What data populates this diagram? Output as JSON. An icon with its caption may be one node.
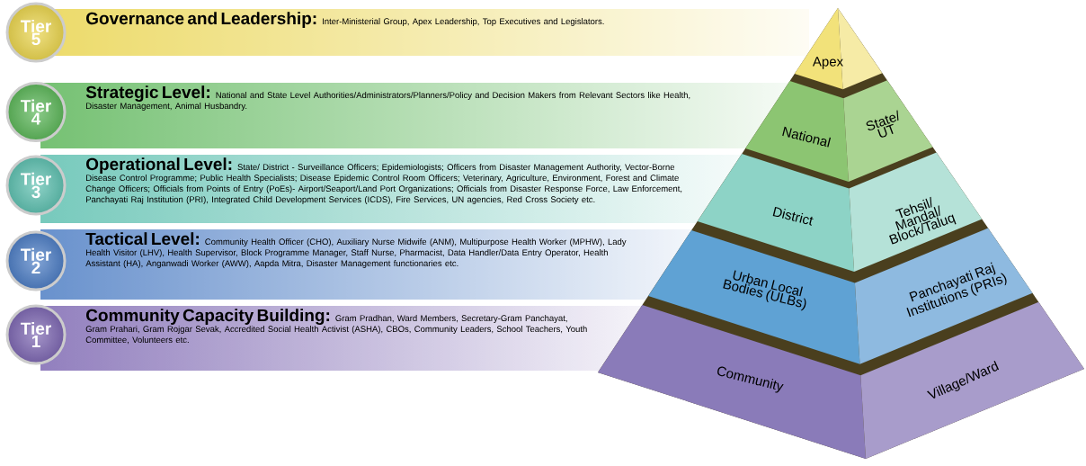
{
  "diagram": {
    "nodes": [
      {
        "text": [
          "Tier 5"
        ]
      },
      {
        "text": [
          "Governance and Leadership:",
          "Inter-Ministerial Group, Apex Leadership, Top Executives and Legislators."
        ]
      },
      {
        "text": [
          "Tier 4"
        ]
      },
      {
        "text": [
          "Strategic Level:",
          "National and State Level Authorities/Administrators/Planners/Policy and Decision Makers from Relevant Sectors like Health, Disaster Management, Animal Husbandry."
        ]
      },
      {
        "text": [
          "Tier 3"
        ]
      },
      {
        "text": [
          "Operational Level:",
          "State/ District - Surveillance Officers; Epidemiologists; Officers from Disaster Management Authority, Vector-Borne Disease Control Programme; Public Health Specialists; Disease Epidemic Control Room Officers; Veterinary, Agriculture, Environment, Forest and Climate Change Officers; Officials from Points of Entry (PoEs)- Airport/Seaport/Land Port Organizations; Officials from Disaster Response Force, Law Enforcement, Panchayati Raj Institution (PRI), Integrated Child Development Services (ICDS), Fire Services, UN agencies, Red Cross Society etc."
        ]
      },
      {
        "text": [
          "Tier 2"
        ]
      },
      {
        "text": [
          "Tactical Level:",
          "Community Health Officer (CHO), Auxiliary Nurse Midwife (ANM), Multipurpose Health Worker (MPHW), Lady Health Visitor (LHV), Health Supervisor, Block Programme Manager, Staff Nurse, Pharmacist, Data Handler/Data Entry Operator, Health Assistant (HA), Anganwadi Worker (AWW), Aapda Mitra, Disaster Management functionaries etc."
        ]
      },
      {
        "text": [
          "Tier 1"
        ]
      },
      {
        "text": [
          "Community Capacity Building:",
          "Gram Pradhan, Ward Members, Secretary-Gram Panchayat, Gram Prahari, Gram Rojgar Sevak, Accredited Social Health Activist (ASHA), CBOs, Community Leaders, School Teachers, Youth Committee, Volunteers etc."
        ]
      },
      {
        "text": [
          "Apex"
        ]
      },
      {
        "text": [
          "National"
        ]
      },
      {
        "text": [
          "State/ UT"
        ]
      },
      {
        "text": [
          "District"
        ]
      },
      {
        "text": [
          "Tehsil/ Mandal/ Block/Taluq"
        ]
      },
      {
        "text": [
          "Urban Local Bodies (ULBs)"
        ]
      },
      {
        "text": [
          "Panchayati Raj Institutions (PRIs)"
        ]
      },
      {
        "text": [
          "Community"
        ]
      },
      {
        "text": [
          "Village/Ward"
        ]
      }
    ]
  }
}
